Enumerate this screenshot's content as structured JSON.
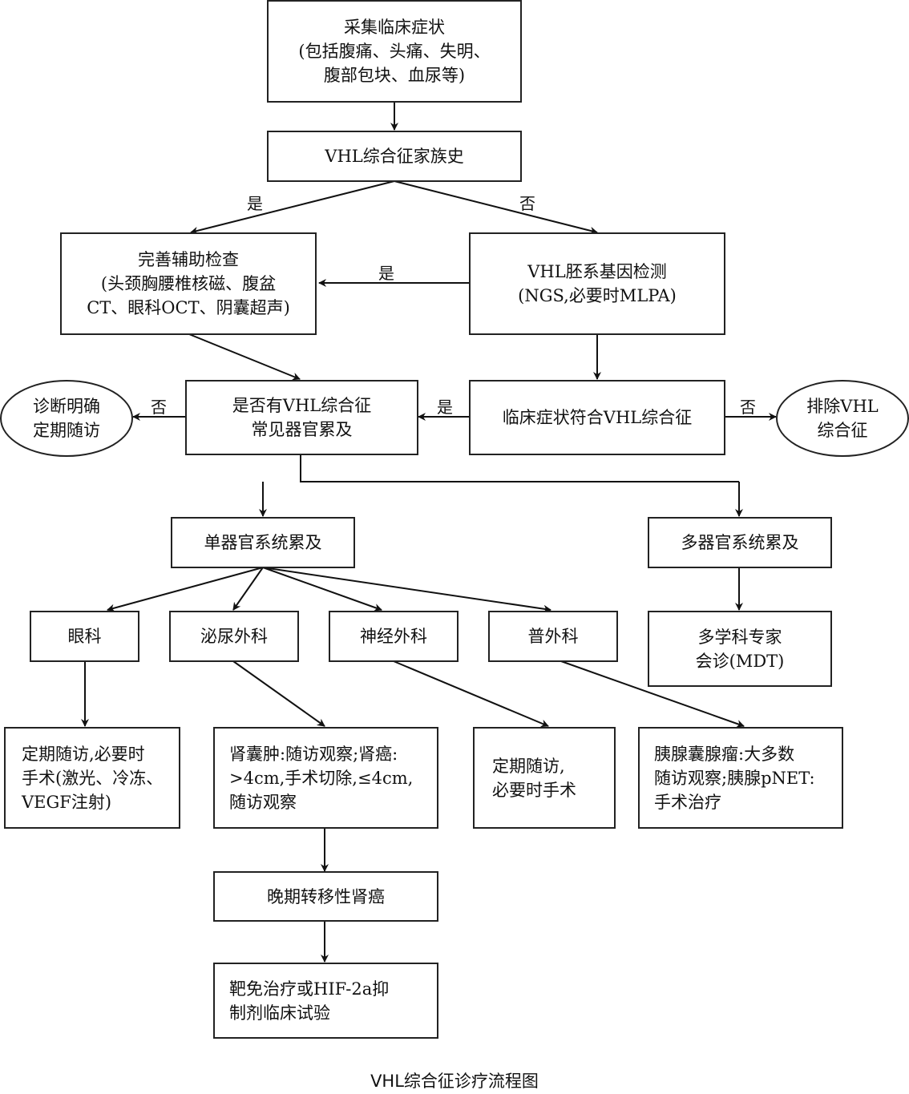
{
  "nodes": {
    "collect_symptoms": [
      "采集临床症状",
      "(包括腹痛、头痛、失明、",
      "腹部包块、血尿等)"
    ],
    "family_history": [
      "VHL综合征家族史"
    ],
    "aux_exam": [
      "完善辅助检查",
      "(头颈胸腰椎核磁、腹盆",
      "CT、眼科OCT、阴囊超声)"
    ],
    "germline_test": [
      "VHL胚系基因检测",
      "(NGS,必要时MLPA)"
    ],
    "organ_involvement_q": [
      "是否有VHL综合征",
      "常见器官累及"
    ],
    "clinical_match": [
      "临床症状符合VHL综合征"
    ],
    "diagnosis_followup": [
      "诊断明确",
      "定期随访"
    ],
    "exclude_vhl": [
      "排除VHL",
      "综合征"
    ],
    "single_organ": [
      "单器官系统累及"
    ],
    "multi_organ": [
      "多器官系统累及"
    ],
    "ophthalmology": [
      "眼科"
    ],
    "urology": [
      "泌尿外科"
    ],
    "neurosurgery": [
      "神经外科"
    ],
    "general_surgery": [
      "普外科"
    ],
    "mdt": [
      "多学科专家",
      "会诊(MDT)"
    ],
    "eye_treatment": [
      "定期随访,必要时",
      "手术(激光、冷冻、",
      "VEGF注射)"
    ],
    "kidney_treatment": [
      "肾囊肿:随访观察;肾癌:",
      ">4cm,手术切除,≤4cm,",
      "随访观察"
    ],
    "neuro_treatment": [
      "定期随访,",
      "必要时手术"
    ],
    "pancreas_treatment": [
      "胰腺囊腺瘤:大多数",
      "随访观察;胰腺pNET:",
      "手术治疗"
    ],
    "metastatic_rcc": [
      "晚期转移性肾癌"
    ],
    "targeted_therapy": [
      "靶免治疗或HIF-2a抑",
      "制剂临床试验"
    ]
  },
  "edge_labels": {
    "history_yes": "是",
    "history_no": "否",
    "germline_yes": "是",
    "organ_no": "否",
    "clinical_yes": "是",
    "clinical_no": "否"
  },
  "caption": "VHL综合征诊疗流程图"
}
